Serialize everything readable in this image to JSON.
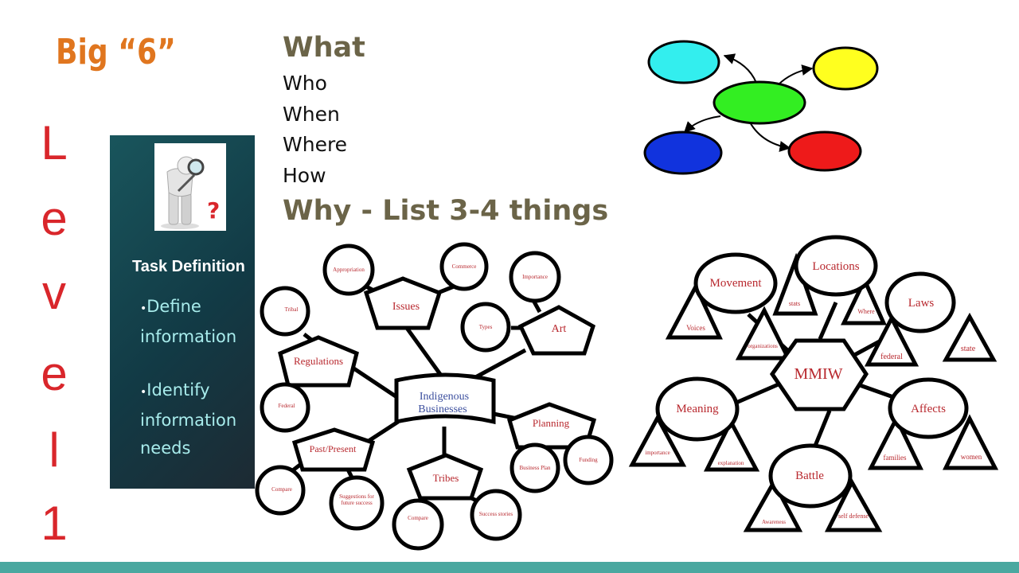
{
  "big6_title": "Big “6”",
  "level_letters": [
    "L",
    "e",
    "v",
    "e",
    "l",
    "1"
  ],
  "panel": {
    "heading": "Task Definition",
    "items": [
      "Define information",
      "Identify information needs"
    ]
  },
  "questions": [
    "What",
    "Who",
    "When",
    "Where",
    "How",
    "Why - List 3-4 things"
  ],
  "flow_diagram": {
    "nodes": [
      {
        "id": "center",
        "color": "#33ee22"
      },
      {
        "id": "cyan",
        "color": "#33eeee"
      },
      {
        "id": "yellow",
        "color": "#ffff1f"
      },
      {
        "id": "blue",
        "color": "#1133dd"
      },
      {
        "id": "red",
        "color": "#ee1a1a"
      }
    ]
  },
  "businesses_map": {
    "center": {
      "line1": "Indigenous",
      "line2": "Businesses"
    },
    "nodes": [
      {
        "label": "Issues"
      },
      {
        "label": "Art"
      },
      {
        "label": "Regulations"
      },
      {
        "label": "Planning"
      },
      {
        "label": "Past/Present"
      },
      {
        "label": "Tribes"
      }
    ],
    "leaves": [
      {
        "label": "Appropriation"
      },
      {
        "label": "Commerce"
      },
      {
        "label": "Importance"
      },
      {
        "label": "Types"
      },
      {
        "label": "Tribal"
      },
      {
        "label": "Federal"
      },
      {
        "label": "Business Plan"
      },
      {
        "label": "Funding"
      },
      {
        "label": "Compare"
      },
      {
        "label": "Suggestions for future success"
      },
      {
        "label": "Compare"
      },
      {
        "label": "Success stories"
      }
    ]
  },
  "mmiw_map": {
    "center": "MMIW",
    "nodes": [
      {
        "label": "Movement"
      },
      {
        "label": "Locations"
      },
      {
        "label": "Laws"
      },
      {
        "label": "Meaning"
      },
      {
        "label": "Affects"
      },
      {
        "label": "Battle"
      }
    ],
    "leaves": [
      {
        "label": "Voices"
      },
      {
        "label": "organizations"
      },
      {
        "label": "stats"
      },
      {
        "label": "Where"
      },
      {
        "label": "federal"
      },
      {
        "label": "state"
      },
      {
        "label": "importance"
      },
      {
        "label": "explanation"
      },
      {
        "label": "families"
      },
      {
        "label": "women"
      },
      {
        "label": "Awareness"
      },
      {
        "label": "self defense"
      }
    ]
  }
}
